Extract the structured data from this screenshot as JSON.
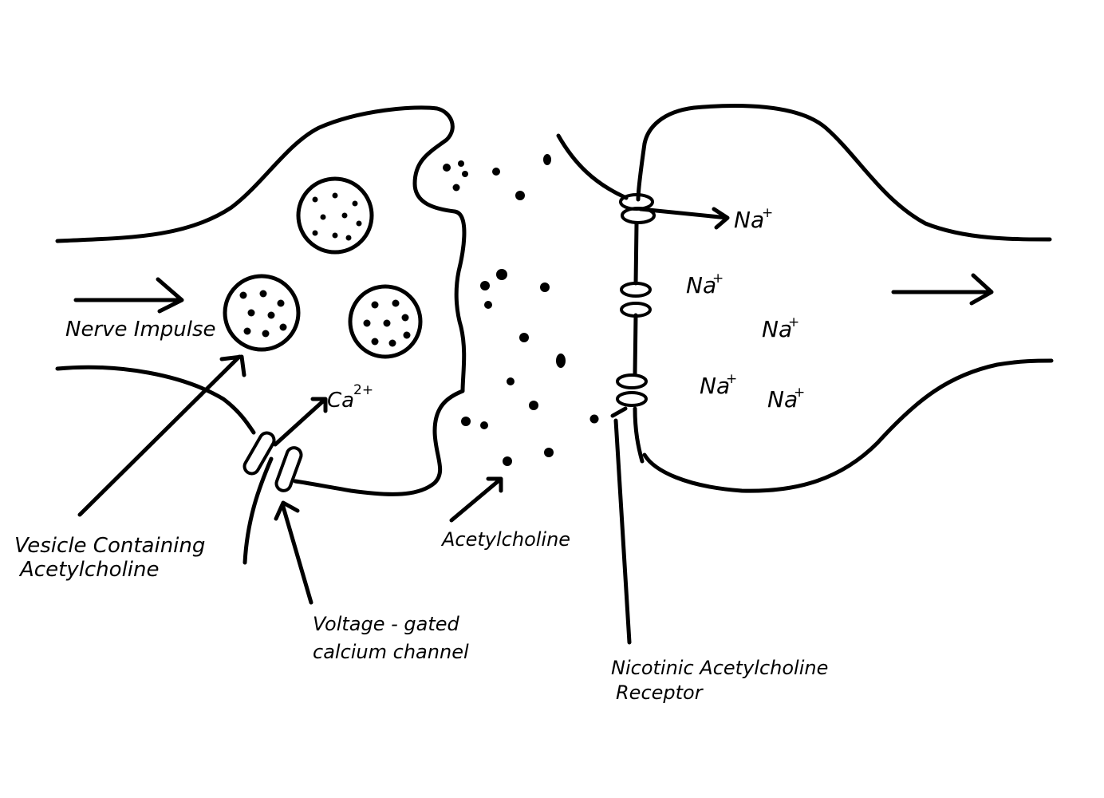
{
  "labels": {
    "nerve_impulse": "Nerve Impulse",
    "vesicle_line1": "Vesicle Containing",
    "vesicle_line2": "Acetylcholine",
    "calcium": "Ca",
    "calcium_charge": "2+",
    "vgcc_line1": "Voltage - gated",
    "vgcc_line2": "calcium channel",
    "acetylcholine": "Acetylcholine",
    "receptor_line1": "Nicotinic Acetylcholine",
    "receptor_line2": "Receptor",
    "sodium": "Na",
    "sodium_charge": "+"
  }
}
